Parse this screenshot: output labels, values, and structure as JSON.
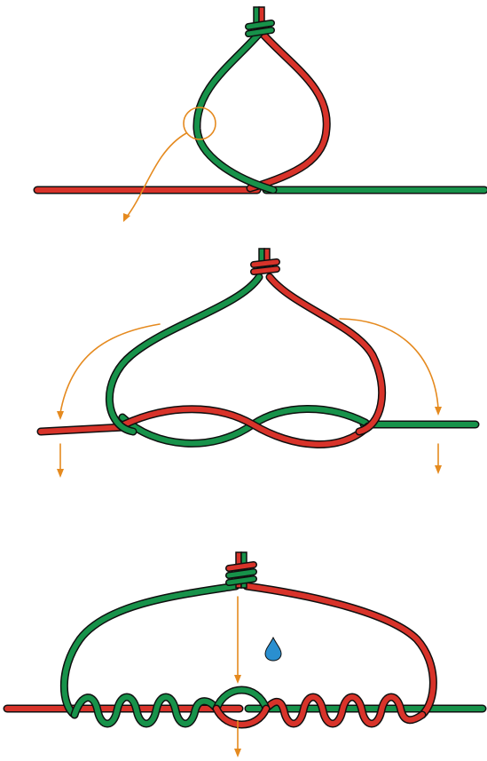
{
  "diagram": {
    "kind": "knot-tying-steps",
    "step_count": 3,
    "colors": {
      "rope_a": "#d8332a",
      "rope_b": "#17924a",
      "outline": "#0f0f0f",
      "arrows": "#e58a1f",
      "lubricant_drop": "#2a8fd0",
      "background": "#ffffff"
    },
    "steps": [
      {
        "name": "step-1-form-loop"
      },
      {
        "name": "step-2-pull-ends"
      },
      {
        "name": "step-3-wrap-turns"
      }
    ]
  }
}
